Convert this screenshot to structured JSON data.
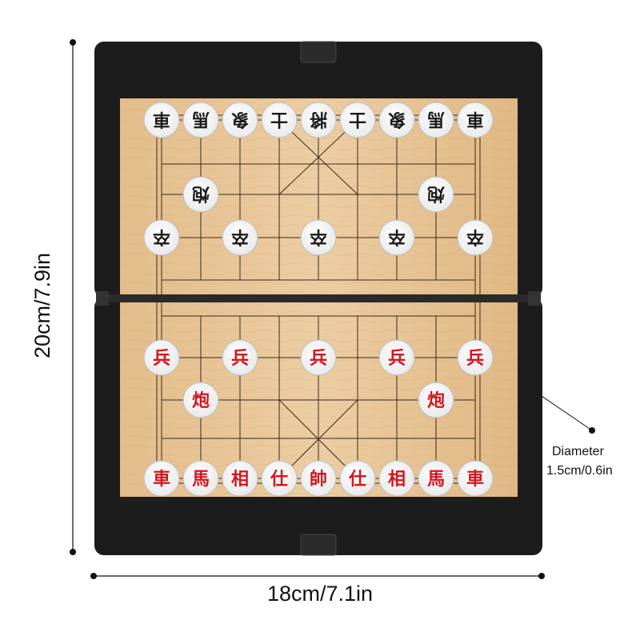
{
  "dimensions": {
    "width_label": "18cm/7.1in",
    "height_label": "20cm/7.9in",
    "diameter_title": "Diameter",
    "diameter_value": "1.5cm/0.6in"
  },
  "board": {
    "colors": {
      "case": "#1c1c1c",
      "wood": "#e8c79a",
      "line": "#3a2a1a",
      "piece_face": "#f7f7f7",
      "black_piece_text": "#1a1a1a",
      "red_piece_text": "#d8141c"
    },
    "black_pieces": [
      {
        "char": "車",
        "file": 0,
        "rank": 0
      },
      {
        "char": "馬",
        "file": 1,
        "rank": 0
      },
      {
        "char": "象",
        "file": 2,
        "rank": 0
      },
      {
        "char": "士",
        "file": 3,
        "rank": 0
      },
      {
        "char": "將",
        "file": 4,
        "rank": 0
      },
      {
        "char": "士",
        "file": 5,
        "rank": 0
      },
      {
        "char": "象",
        "file": 6,
        "rank": 0
      },
      {
        "char": "馬",
        "file": 7,
        "rank": 0
      },
      {
        "char": "車",
        "file": 8,
        "rank": 0
      },
      {
        "char": "炮",
        "file": 1,
        "rank": 2
      },
      {
        "char": "炮",
        "file": 7,
        "rank": 2
      },
      {
        "char": "卒",
        "file": 0,
        "rank": 3
      },
      {
        "char": "卒",
        "file": 2,
        "rank": 3
      },
      {
        "char": "卒",
        "file": 4,
        "rank": 3
      },
      {
        "char": "卒",
        "file": 6,
        "rank": 3
      },
      {
        "char": "卒",
        "file": 8,
        "rank": 3
      }
    ],
    "red_pieces": [
      {
        "char": "兵",
        "file": 0,
        "rank": 6
      },
      {
        "char": "兵",
        "file": 2,
        "rank": 6
      },
      {
        "char": "兵",
        "file": 4,
        "rank": 6
      },
      {
        "char": "兵",
        "file": 6,
        "rank": 6
      },
      {
        "char": "兵",
        "file": 8,
        "rank": 6
      },
      {
        "char": "炮",
        "file": 1,
        "rank": 7
      },
      {
        "char": "炮",
        "file": 7,
        "rank": 7
      },
      {
        "char": "車",
        "file": 0,
        "rank": 9
      },
      {
        "char": "馬",
        "file": 1,
        "rank": 9
      },
      {
        "char": "相",
        "file": 2,
        "rank": 9
      },
      {
        "char": "仕",
        "file": 3,
        "rank": 9
      },
      {
        "char": "帥",
        "file": 4,
        "rank": 9
      },
      {
        "char": "仕",
        "file": 5,
        "rank": 9
      },
      {
        "char": "相",
        "file": 6,
        "rank": 9
      },
      {
        "char": "馬",
        "file": 7,
        "rank": 9
      },
      {
        "char": "車",
        "file": 8,
        "rank": 9
      }
    ]
  }
}
